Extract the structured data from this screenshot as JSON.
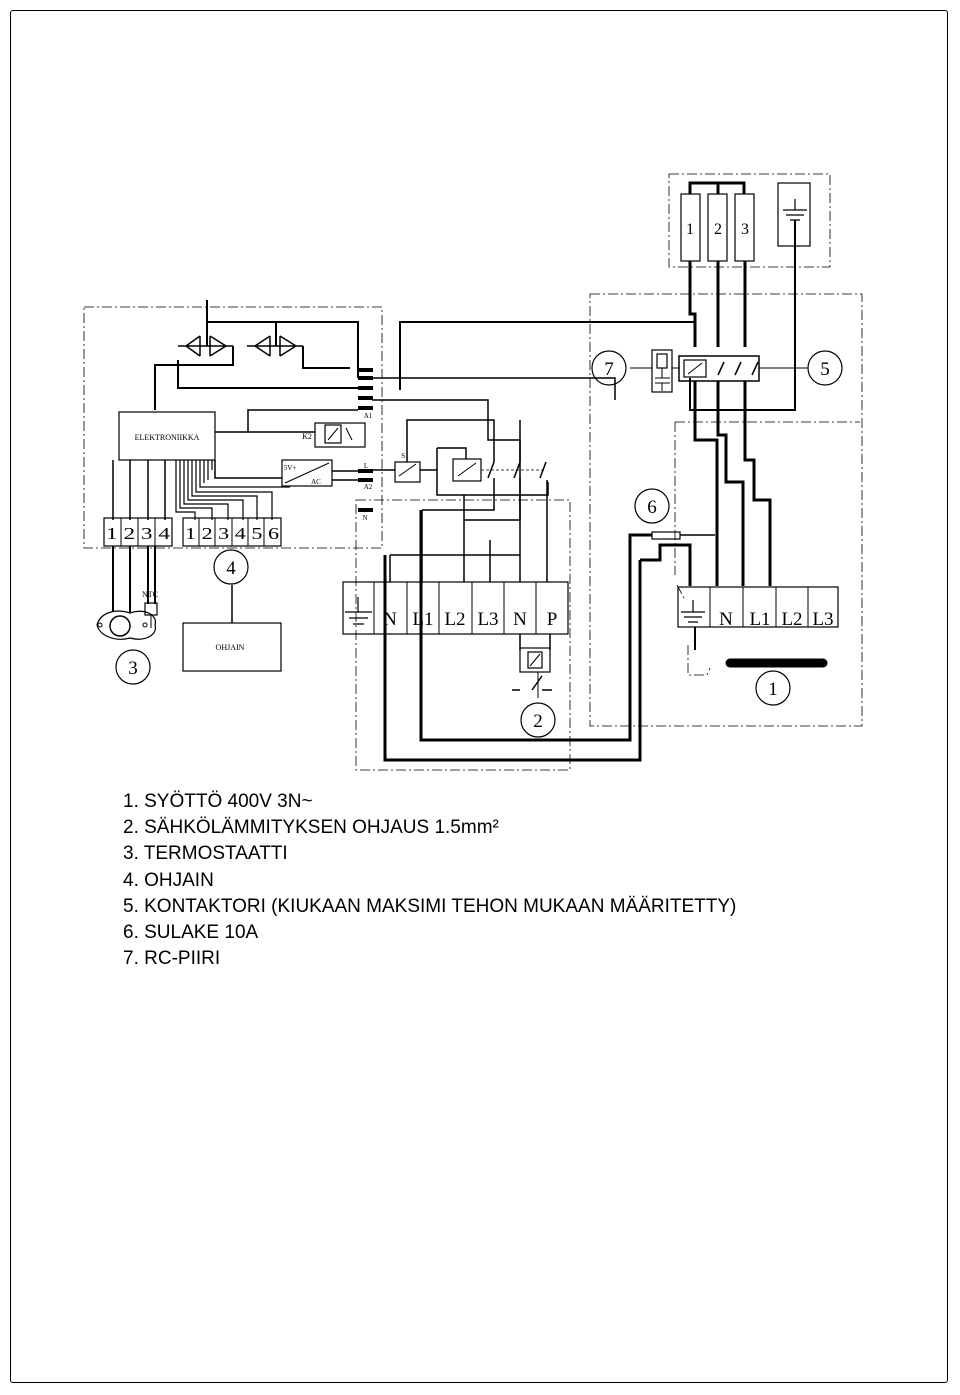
{
  "diagram": {
    "labels": {
      "elektroniikka": "ELEKTRONIIKKA",
      "k2": "K2",
      "a1": "A1",
      "a2": "A2",
      "l": "L",
      "n_small": "N",
      "five_v": "5V+",
      "ac": "AC",
      "s1": "S1",
      "ntc": "NTC",
      "ohjain_box": "OHJAIN",
      "sensor_terminals": "1 2 3 4",
      "control_terminals": "1 2 3 4 5 6",
      "main_terminals": [
        "N",
        "L1",
        "L2",
        "L3",
        "N",
        "P"
      ],
      "heater_terminals": [
        "N",
        "L1",
        "L2",
        "L3"
      ],
      "element_numbers": [
        "1",
        "2",
        "3"
      ]
    },
    "callouts": {
      "c1": "1",
      "c2": "2",
      "c3": "3",
      "c4": "4",
      "c5": "5",
      "c6": "6",
      "c7": "7"
    }
  },
  "legend": [
    "1. SYÖTTÖ 400V 3N~",
    "2. SÄHKÖLÄMMITYKSEN OHJAUS 1.5mm²",
    "3. TERMOSTAATTI",
    "4. OHJAIN",
    "5. KONTAKTORI (KIUKAAN MAKSIMI TEHON MUKAAN MÄÄRITETTY)",
    "6. SULAKE 10A",
    "7. RC-PIIRI"
  ]
}
